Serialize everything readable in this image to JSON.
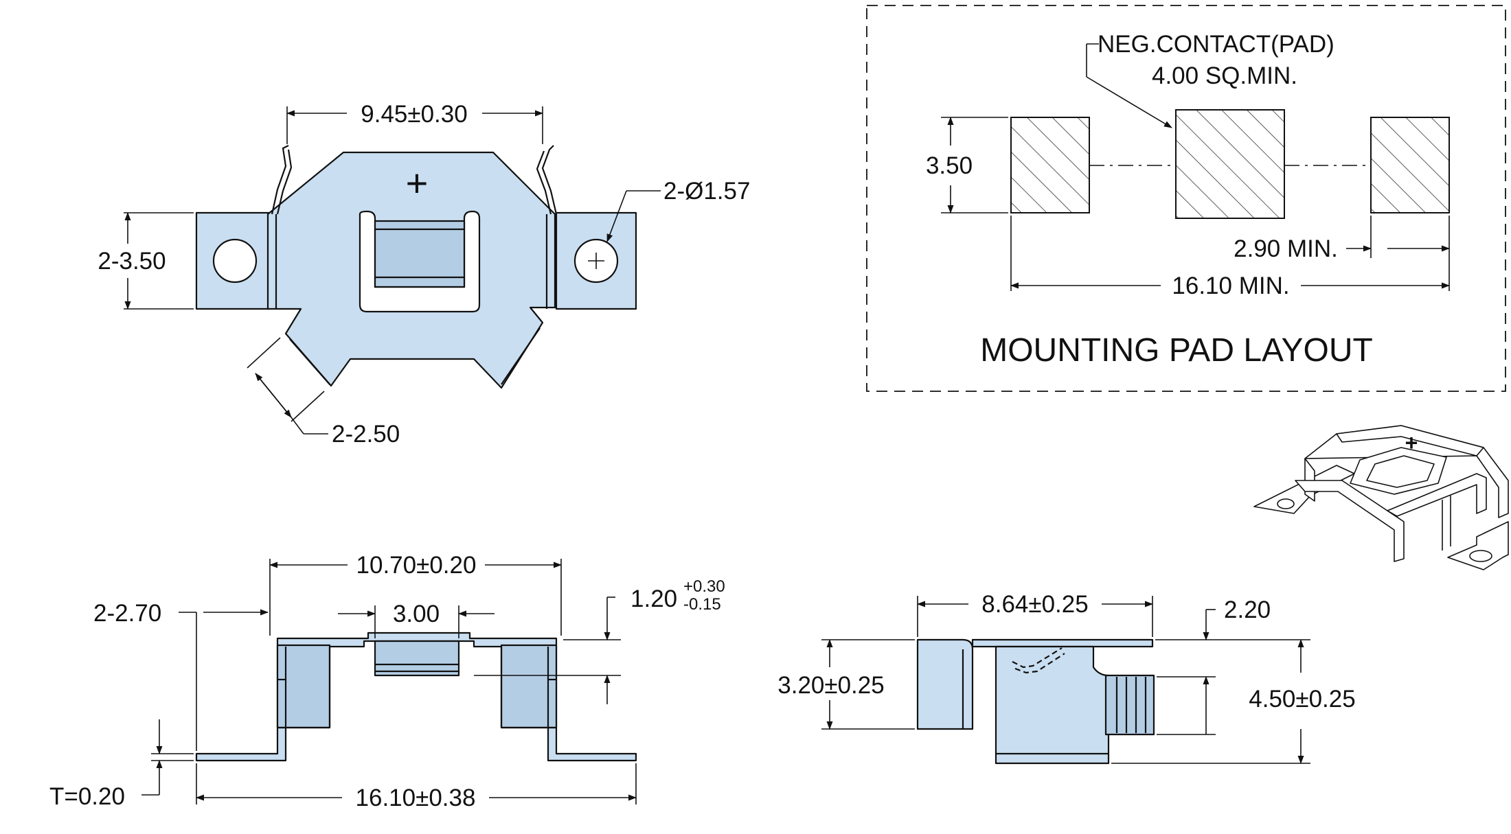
{
  "top_view": {
    "width_dim": "9.45±0.30",
    "tab_height_dim": "2-3.50",
    "hole_dim": "2-Ø1.57",
    "leg_width_dim": "2-2.50",
    "polarity_symbol": "+"
  },
  "pad_layout": {
    "callout_line1": "NEG.CONTACT(PAD)",
    "callout_line2": "4.00 SQ.MIN.",
    "pad_height_dim": "3.50",
    "side_pad_width_dim": "2.90 MIN.",
    "overall_width_dim": "16.10 MIN.",
    "title": "MOUNTING PAD LAYOUT"
  },
  "iso_view": {
    "polarity_symbol": "+"
  },
  "front_view": {
    "top_width_dim": "10.70±0.20",
    "foot_dim": "2-2.70",
    "contact_width_dim": "3.00",
    "contact_height_base": "1.20",
    "contact_height_plus": "+0.30",
    "contact_height_minus": "-0.15",
    "thickness_dim": "T=0.20",
    "overall_width_dim": "16.10±0.38"
  },
  "side_view": {
    "width_dim": "8.64±0.25",
    "body_height_dim": "3.20±0.25",
    "tab_dim": "2.20",
    "overall_height_dim": "4.50±0.25"
  },
  "colors": {
    "part_fill": "#c9def0",
    "line": "#111111"
  }
}
